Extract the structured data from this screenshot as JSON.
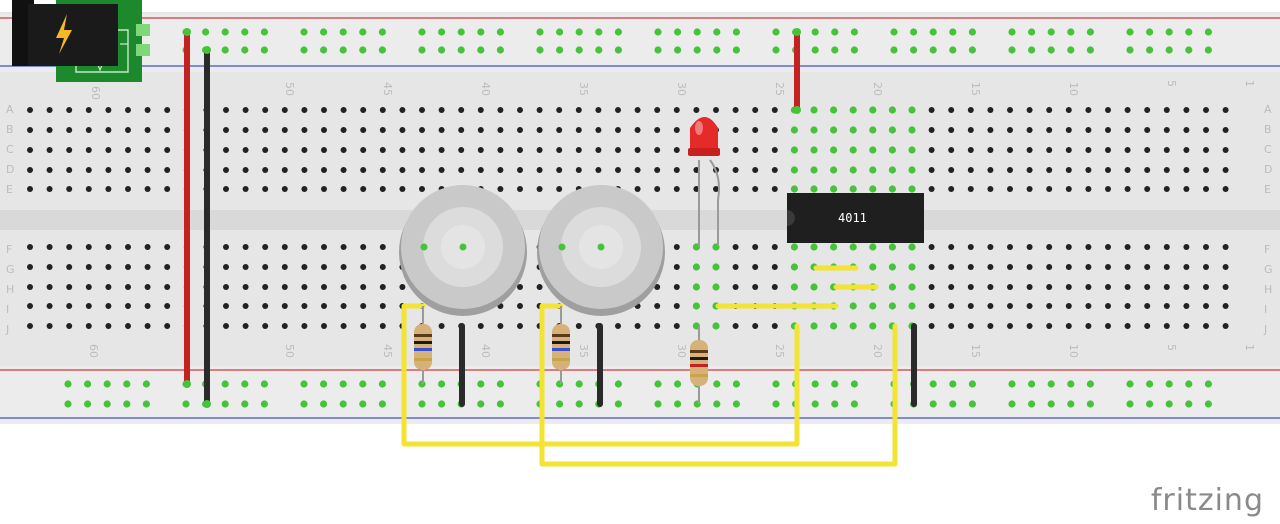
{
  "app": {
    "logo": "fritzing"
  },
  "ic": {
    "label": "4011"
  },
  "breadboard": {
    "row_letters": [
      "A",
      "B",
      "C",
      "D",
      "E",
      "F",
      "G",
      "H",
      "I",
      "J"
    ],
    "column_labels_top": [
      "60",
      "50",
      "45",
      "40",
      "35",
      "30",
      "25",
      "20",
      "15",
      "10",
      "5",
      "1"
    ],
    "column_labels_bottom": [
      "60",
      "50",
      "45",
      "40",
      "35",
      "30",
      "25",
      "20",
      "15",
      "10",
      "5",
      "1"
    ]
  },
  "colors": {
    "red_wire": "#c42121",
    "black_wire": "#2a2a2a",
    "yellow_wire": "#f3e332",
    "led": "#e52a2a",
    "breadboard": "#e9e9e9",
    "rail_red": "#d23a3a",
    "rail_blue": "#3a4fd0",
    "connected_hole": "#45c43a"
  },
  "components": {
    "power_jack": "power-jack-icon",
    "sensors": [
      "piezo-sensor-icon",
      "piezo-sensor-icon"
    ],
    "led": "led-icon",
    "resistors": [
      "resistor-icon",
      "resistor-icon",
      "resistor-icon"
    ],
    "chip": "ic-chip-icon"
  }
}
